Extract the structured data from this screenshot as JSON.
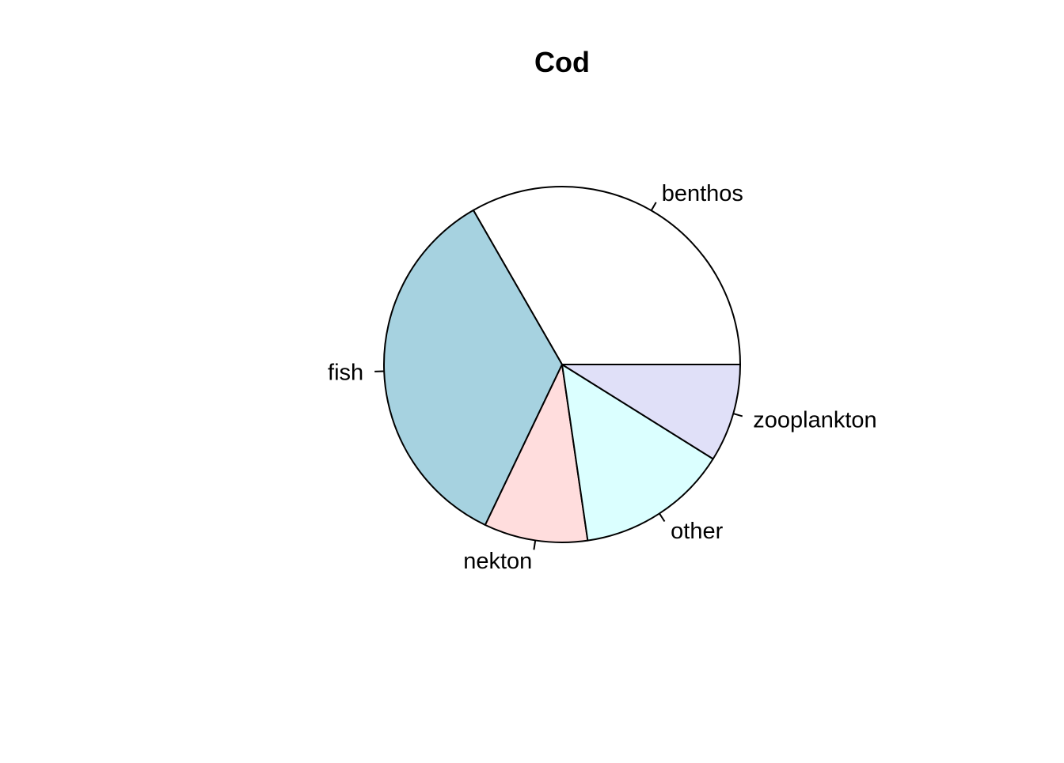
{
  "chart_data": {
    "type": "pie",
    "title": "Cod",
    "direction": "counterclockwise",
    "start_angle_degrees": 0,
    "slices": [
      {
        "label": "benthos",
        "value": 33.3,
        "color": "#FFFFFF"
      },
      {
        "label": "fish",
        "value": 34.6,
        "color": "#A6D2E0"
      },
      {
        "label": "nekton",
        "value": 9.4,
        "color": "#FFDDDD"
      },
      {
        "label": "other",
        "value": 13.8,
        "color": "#DBFFFF"
      },
      {
        "label": "zooplankton",
        "value": 8.9,
        "color": "#E0E0F8"
      }
    ]
  }
}
